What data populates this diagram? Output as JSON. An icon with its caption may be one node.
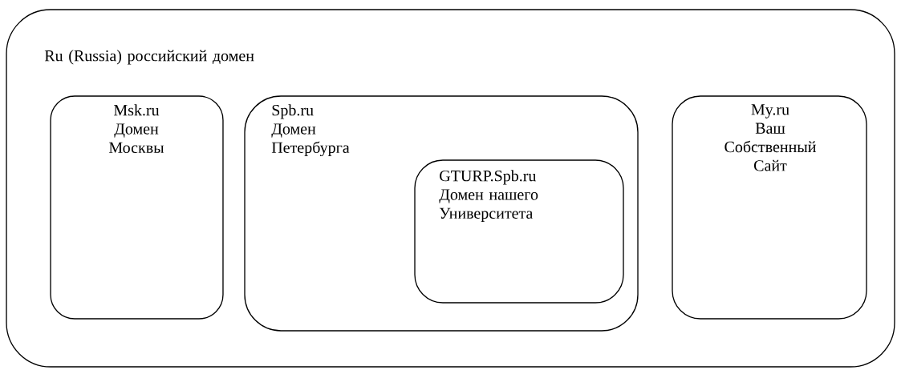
{
  "diagram": {
    "nodes": [
      {
        "text": [
          "Ru (Russia) российский домен"
        ]
      },
      {
        "text": [
          "Msk.ru",
          "Домен Москвы"
        ],
        "in": 0
      },
      {
        "text": [
          "Spb.ru",
          "Домен Петербурга"
        ],
        "in": 0
      },
      {
        "text": [
          "GTURP.Spb.ru",
          "Домен нашего Университета"
        ],
        "in": 2
      },
      {
        "text": [
          "My.ru",
          "Ваш Собственный Сайт"
        ],
        "in": 0
      }
    ]
  }
}
